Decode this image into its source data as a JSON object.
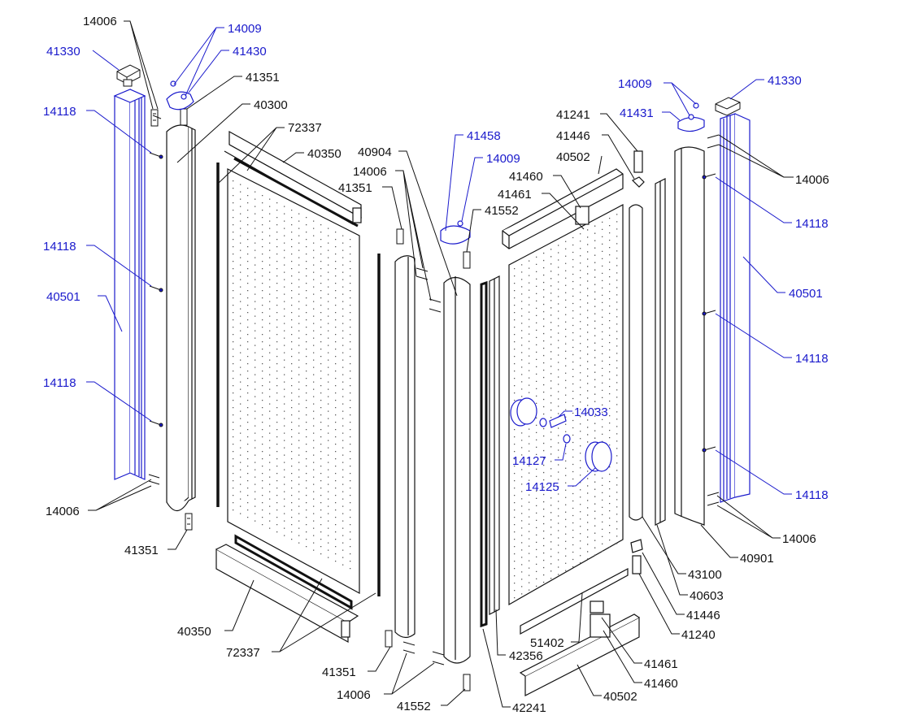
{
  "colors": {
    "black": "#111111",
    "blue": "#1a1acc",
    "panel_fill": "#ffffff",
    "dot": "#555555"
  },
  "labels": [
    {
      "id": "l1",
      "text": "14006",
      "color": "black"
    },
    {
      "id": "l2",
      "text": "14009",
      "color": "blue"
    },
    {
      "id": "l3",
      "text": "41330",
      "color": "blue"
    },
    {
      "id": "l4",
      "text": "41430",
      "color": "blue"
    },
    {
      "id": "l5",
      "text": "41351",
      "color": "black"
    },
    {
      "id": "l6",
      "text": "14118",
      "color": "blue"
    },
    {
      "id": "l7",
      "text": "40300",
      "color": "black"
    },
    {
      "id": "l8",
      "text": "72337",
      "color": "black"
    },
    {
      "id": "l9",
      "text": "40350",
      "color": "black"
    },
    {
      "id": "l10",
      "text": "40904",
      "color": "black"
    },
    {
      "id": "l11",
      "text": "14006",
      "color": "black"
    },
    {
      "id": "l12",
      "text": "41351",
      "color": "black"
    },
    {
      "id": "l13",
      "text": "14118",
      "color": "blue"
    },
    {
      "id": "l14",
      "text": "40501",
      "color": "blue"
    },
    {
      "id": "l15",
      "text": "14118",
      "color": "blue"
    },
    {
      "id": "l16",
      "text": "14006",
      "color": "black"
    },
    {
      "id": "l17",
      "text": "41351",
      "color": "black"
    },
    {
      "id": "l18",
      "text": "40350",
      "color": "black"
    },
    {
      "id": "l19",
      "text": "72337",
      "color": "black"
    },
    {
      "id": "l20",
      "text": "41351",
      "color": "black"
    },
    {
      "id": "l21",
      "text": "14006",
      "color": "black"
    },
    {
      "id": "l22",
      "text": "41552",
      "color": "black"
    },
    {
      "id": "l23",
      "text": "41458",
      "color": "blue"
    },
    {
      "id": "l24",
      "text": "14009",
      "color": "blue"
    },
    {
      "id": "l25",
      "text": "41552",
      "color": "black"
    },
    {
      "id": "l26",
      "text": "41241",
      "color": "black"
    },
    {
      "id": "l27",
      "text": "41446",
      "color": "black"
    },
    {
      "id": "l28",
      "text": "40502",
      "color": "black"
    },
    {
      "id": "l29",
      "text": "41460",
      "color": "black"
    },
    {
      "id": "l30",
      "text": "41461",
      "color": "black"
    },
    {
      "id": "l31",
      "text": "14009",
      "color": "blue"
    },
    {
      "id": "l32",
      "text": "41330",
      "color": "blue"
    },
    {
      "id": "l33",
      "text": "41431",
      "color": "blue"
    },
    {
      "id": "l34",
      "text": "14006",
      "color": "black"
    },
    {
      "id": "l35",
      "text": "14118",
      "color": "blue"
    },
    {
      "id": "l36",
      "text": "40501",
      "color": "blue"
    },
    {
      "id": "l37",
      "text": "14118",
      "color": "blue"
    },
    {
      "id": "l38",
      "text": "14033",
      "color": "blue"
    },
    {
      "id": "l39",
      "text": "14127",
      "color": "blue"
    },
    {
      "id": "l40",
      "text": "14125",
      "color": "blue"
    },
    {
      "id": "l41",
      "text": "14118",
      "color": "blue"
    },
    {
      "id": "l42",
      "text": "14006",
      "color": "black"
    },
    {
      "id": "l43",
      "text": "40901",
      "color": "black"
    },
    {
      "id": "l44",
      "text": "43100",
      "color": "black"
    },
    {
      "id": "l45",
      "text": "40603",
      "color": "black"
    },
    {
      "id": "l46",
      "text": "41446",
      "color": "black"
    },
    {
      "id": "l47",
      "text": "41240",
      "color": "black"
    },
    {
      "id": "l48",
      "text": "51402",
      "color": "black"
    },
    {
      "id": "l49",
      "text": "41461",
      "color": "black"
    },
    {
      "id": "l50",
      "text": "42356",
      "color": "black"
    },
    {
      "id": "l51",
      "text": "41460",
      "color": "black"
    },
    {
      "id": "l52",
      "text": "40502",
      "color": "black"
    },
    {
      "id": "l53",
      "text": "42241",
      "color": "black"
    }
  ]
}
